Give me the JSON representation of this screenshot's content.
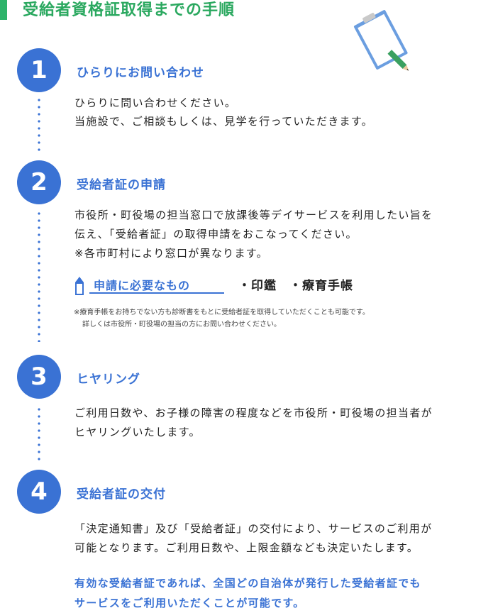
{
  "header": {
    "title": "受給者資格証取得までの手順"
  },
  "steps": [
    {
      "number": "1",
      "title": "ひらりにお問い合わせ",
      "lines": [
        "ひらりに問い合わせください。",
        "当施設で、ご相談もしくは、見学を行っていただきます。"
      ]
    },
    {
      "number": "2",
      "title": "受給者証の申請",
      "lines": [
        "市役所・町役場の担当窓口で放課後等デイサービスを利用したい旨を",
        "伝え、「受給者証」の取得申請をおこなってください。",
        "※各市町村により窓口が異なります。"
      ],
      "required_label": "申請に必要なもの",
      "required_items": "・印鑑　・療育手帳",
      "notes": [
        "※療育手帳をお持ちでない方も診断書をもとに受給者証を取得していただくことも可能です。",
        "詳しくは市役所・町役場の担当の方にお問い合わせください。"
      ]
    },
    {
      "number": "3",
      "title": "ヒヤリング",
      "lines": [
        "ご利用日数や、お子様の障害の程度などを市役所・町役場の担当者が",
        "ヒヤリングいたします。"
      ]
    },
    {
      "number": "4",
      "title": "受給者証の交付",
      "lines": [
        "「決定通知書」及び「受給者証」の交付により、サービスのご利用が",
        "可能となります。ご利用日数や、上限金額なども決定いたします。"
      ],
      "highlight_lines": [
        "有効な受給者証であれば、全国どの自治体が発行した受給者証でも",
        "サービスをご利用いただくことが可能です。"
      ]
    }
  ],
  "colors": {
    "accent_blue": "#3a72d4",
    "title_green": "#2aa85f"
  }
}
